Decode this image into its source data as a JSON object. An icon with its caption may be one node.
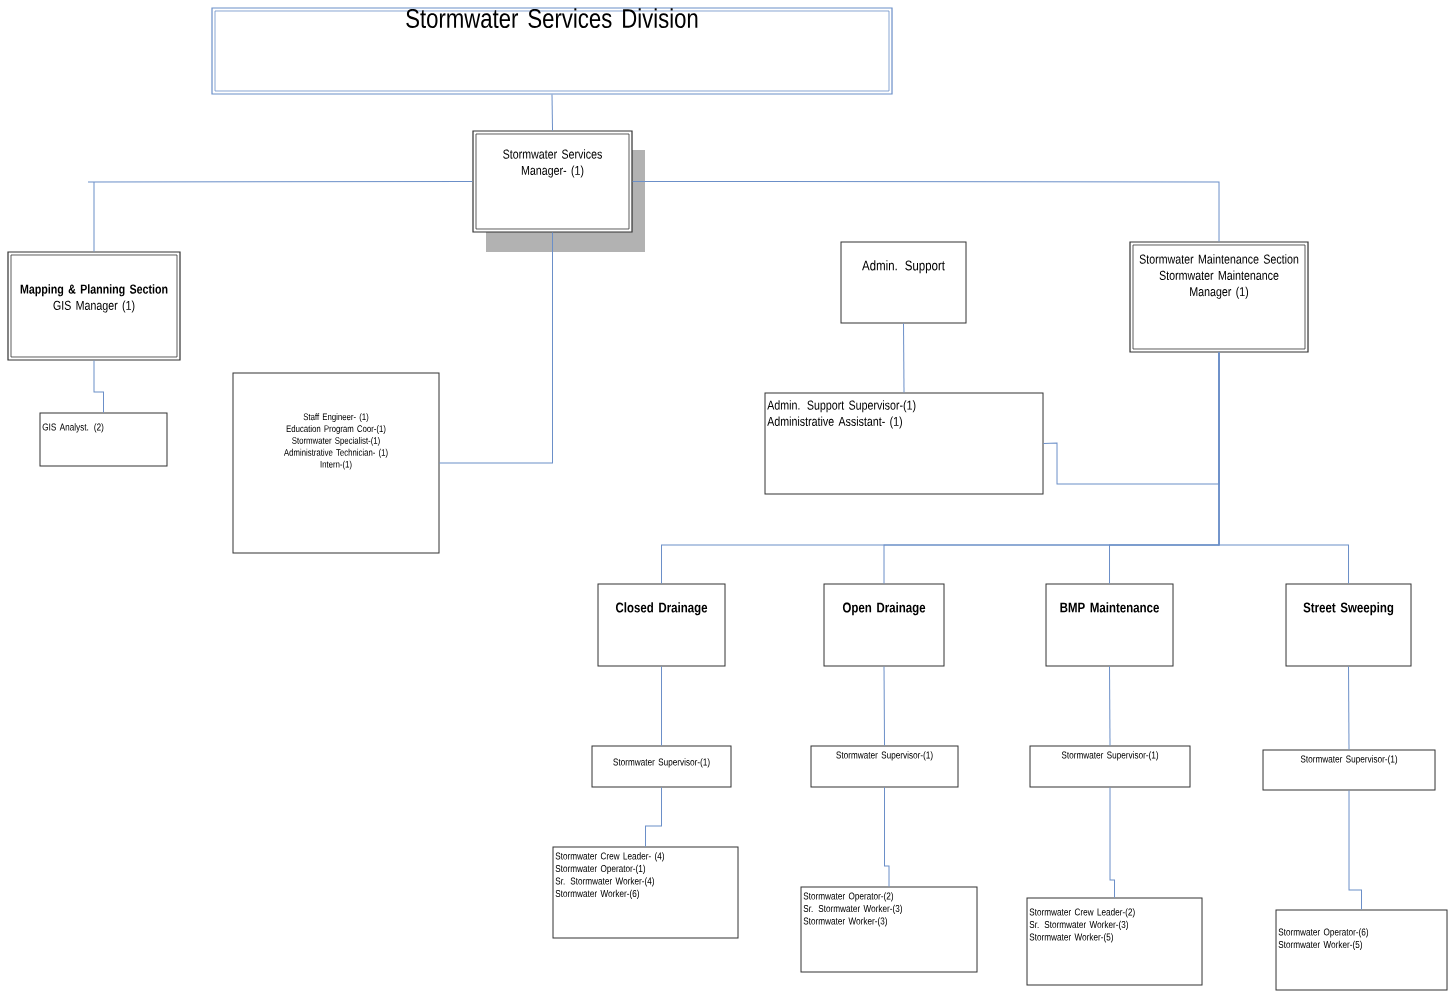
{
  "diagram": {
    "nodes": [
      {
        "text": [
          "Stormwater Services Division"
        ]
      },
      {
        "text": [
          "Stormwater Services Manager- (1)"
        ]
      },
      {
        "text": [
          "Mapping & Planning Section",
          "GIS Manager (1)"
        ]
      },
      {
        "text": [
          "GIS Analyst. (2)"
        ]
      },
      {
        "text": [
          "Staff Engineer- (1)",
          "Education Program Coor-(1)",
          "Stormwater Specialist-(1)",
          "Administrative Technician- (1)",
          "Intern-(1)"
        ]
      },
      {
        "text": [
          "Admin. Support"
        ]
      },
      {
        "text": [
          "Admin. Support Supervisor-(1)",
          "Administrative Assistant- (1)"
        ]
      },
      {
        "text": [
          "Stormwater Maintenance Section",
          "Stormwater Maintenance Manager (1)"
        ]
      },
      {
        "text": [
          "Closed Drainage"
        ]
      },
      {
        "text": [
          "Open Drainage"
        ]
      },
      {
        "text": [
          "BMP Maintenance"
        ]
      },
      {
        "text": [
          "Street Sweeping"
        ]
      },
      {
        "text": [
          "Stormwater Supervisor-(1)"
        ]
      },
      {
        "text": [
          "Stormwater Supervisor-(1)"
        ]
      },
      {
        "text": [
          "Stormwater Supervisor-(1)"
        ]
      },
      {
        "text": [
          "Stormwater Supervisor-(1)"
        ]
      },
      {
        "text": [
          "Stormwater Crew Leader- (4)",
          "Stormwater Operator-(1)",
          "Sr. Stormwater Worker-(4)",
          "Stormwater Worker-(6)"
        ]
      },
      {
        "text": [
          "Stormwater Operator-(2)",
          "Sr. Stormwater Worker-(3)",
          "Stormwater Worker-(3)"
        ]
      },
      {
        "text": [
          "Stormwater Crew Leader-(2)",
          "Sr. Stormwater Worker-(3)",
          "Stormwater Worker-(5)"
        ]
      },
      {
        "text": [
          "Stormwater Operator-(6)",
          "Stormwater Worker-(5)"
        ]
      }
    ],
    "edges": [
      {
        "from": 0,
        "to": 1,
        "arrow": "none"
      },
      {
        "from": 1,
        "to": 2,
        "arrow": "none"
      },
      {
        "from": 1,
        "to": 7,
        "arrow": "none"
      },
      {
        "from": 1,
        "to": 4,
        "arrow": "none"
      },
      {
        "from": 2,
        "to": 3,
        "arrow": "none"
      },
      {
        "from": 5,
        "to": 6,
        "arrow": "none"
      },
      {
        "from": 7,
        "to": 6,
        "arrow": "none"
      },
      {
        "from": 7,
        "to": 8,
        "arrow": "none"
      },
      {
        "from": 7,
        "to": 9,
        "arrow": "none"
      },
      {
        "from": 7,
        "to": 10,
        "arrow": "none"
      },
      {
        "from": 7,
        "to": 11,
        "arrow": "none"
      },
      {
        "from": 8,
        "to": 12,
        "arrow": "none"
      },
      {
        "from": 9,
        "to": 13,
        "arrow": "none"
      },
      {
        "from": 10,
        "to": 14,
        "arrow": "none"
      },
      {
        "from": 11,
        "to": 15,
        "arrow": "none"
      },
      {
        "from": 12,
        "to": 16,
        "arrow": "none"
      },
      {
        "from": 13,
        "to": 17,
        "arrow": "none"
      },
      {
        "from": 14,
        "to": 18,
        "arrow": "none"
      },
      {
        "from": 15,
        "to": 19,
        "arrow": "none"
      }
    ]
  }
}
